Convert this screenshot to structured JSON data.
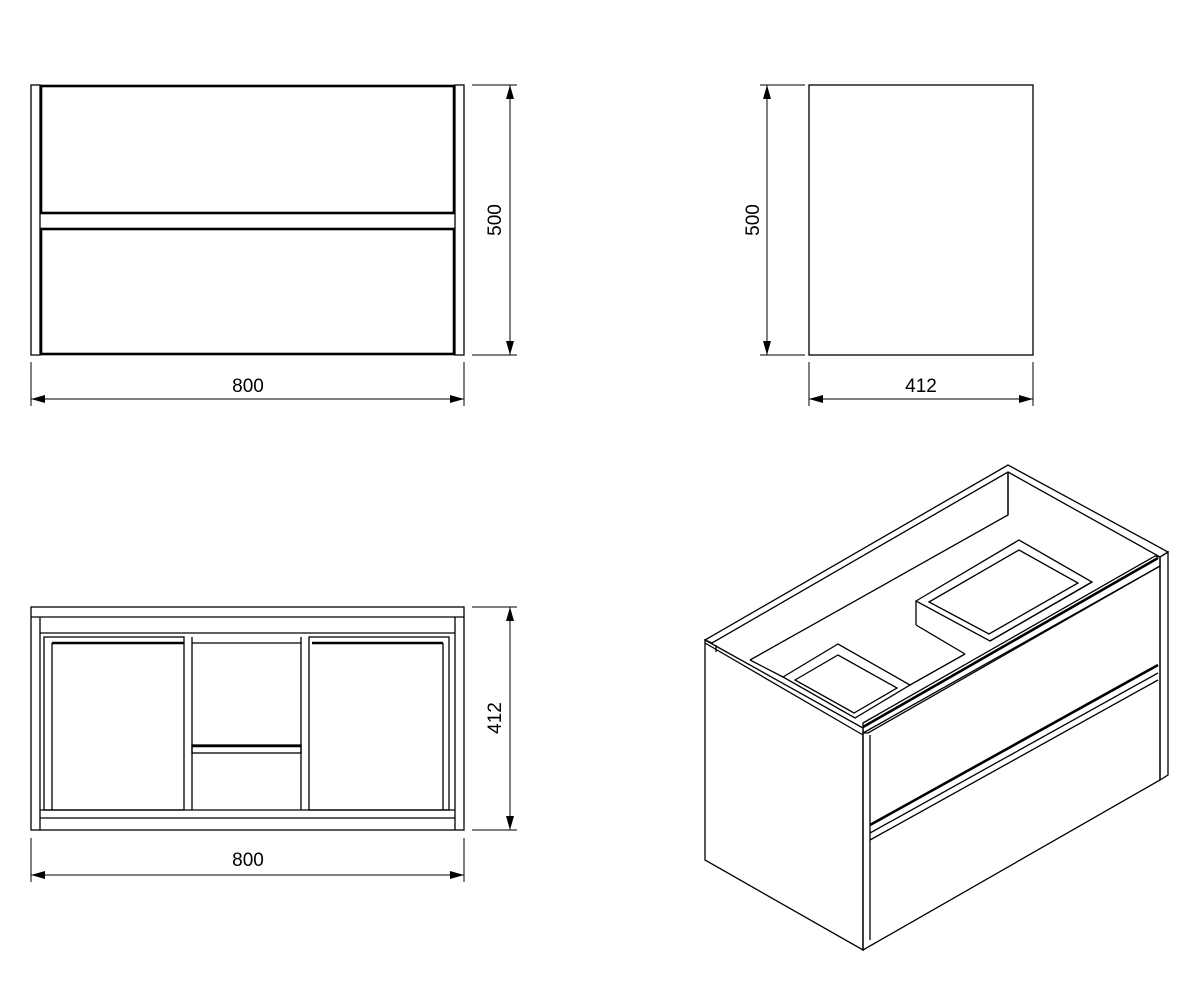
{
  "drawing": {
    "front_view": {
      "width_label": "800",
      "height_label": "500"
    },
    "side_view": {
      "height_label": "500",
      "depth_label": "412"
    },
    "top_view": {
      "width_label": "800",
      "depth_label": "412"
    },
    "colors": {
      "line": "#000000",
      "background": "#ffffff"
    }
  }
}
